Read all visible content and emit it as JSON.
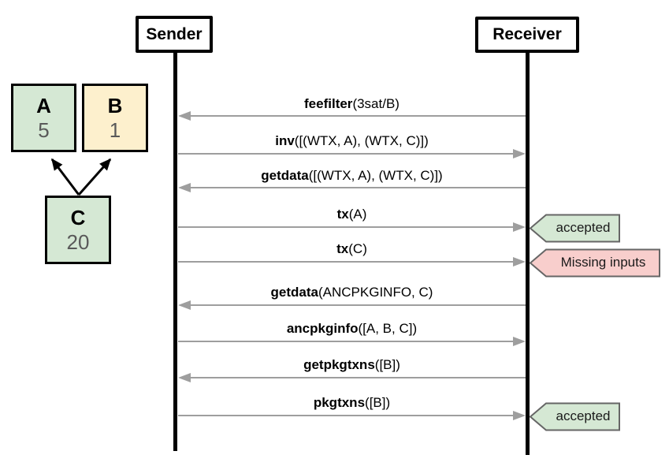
{
  "participants": [
    {
      "name": "Sender"
    },
    {
      "name": "Receiver"
    }
  ],
  "messages": [
    {
      "method": "feefilter",
      "args": "(3sat/B)",
      "from": "Receiver",
      "to": "Sender"
    },
    {
      "method": "inv",
      "args": "([(WTX, A), (WTX, C)])",
      "from": "Sender",
      "to": "Receiver"
    },
    {
      "method": "getdata",
      "args": "([(WTX, A), (WTX, C)])",
      "from": "Receiver",
      "to": "Sender"
    },
    {
      "method": "tx",
      "args": "(A)",
      "from": "Sender",
      "to": "Receiver",
      "annotation": {
        "text": "accepted",
        "type": "success"
      }
    },
    {
      "method": "tx",
      "args": "(C)",
      "from": "Sender",
      "to": "Receiver",
      "annotation": {
        "text": "Missing inputs",
        "type": "error"
      }
    },
    {
      "method": "getdata",
      "args": "(ANCPKGINFO, C)",
      "from": "Receiver",
      "to": "Sender"
    },
    {
      "method": "ancpkginfo",
      "args": "([A, B, C])",
      "from": "Sender",
      "to": "Receiver"
    },
    {
      "method": "getpkgtxns",
      "args": "([B])",
      "from": "Receiver",
      "to": "Sender"
    },
    {
      "method": "pkgtxns",
      "args": "([B])",
      "from": "Sender",
      "to": "Receiver",
      "annotation": {
        "text": "accepted",
        "type": "success"
      }
    }
  ],
  "dag": {
    "nodes": [
      {
        "label": "A",
        "value": "5",
        "fill": "#d5e8d4"
      },
      {
        "label": "B",
        "value": "1",
        "fill": "#fdf0cd"
      },
      {
        "label": "C",
        "value": "20",
        "fill": "#d5e8d4"
      }
    ],
    "edges": [
      {
        "from": "C",
        "to": "A"
      },
      {
        "from": "C",
        "to": "B"
      }
    ]
  },
  "colors": {
    "success_fill": "#d5e8d4",
    "error_fill": "#f8cecc",
    "yellow_fill": "#fdf0cd",
    "tag_border": "#666666",
    "arrow_gray": "#9e9e9e",
    "lifeline_black": "#000000",
    "value_text_gray": "#595959"
  }
}
